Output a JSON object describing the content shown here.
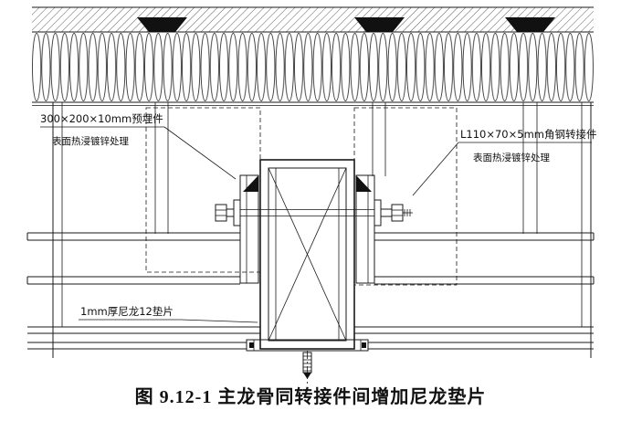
{
  "figure": {
    "caption": "图 9.12-1  主龙骨同转接件间增加尼龙垫片"
  },
  "labels": {
    "embedded_plate_line1": "300×200×10mm预埋件",
    "embedded_plate_line2": "表面热浸镀锌处理",
    "angle_connector_line1": "L110×70×5mm角钢转接件",
    "angle_connector_line2": "表面热浸镀锌处理",
    "nylon_shim": "1mm厚尼龙12垫片"
  },
  "colors": {
    "line": "#1a1a1a",
    "background": "#ffffff"
  }
}
